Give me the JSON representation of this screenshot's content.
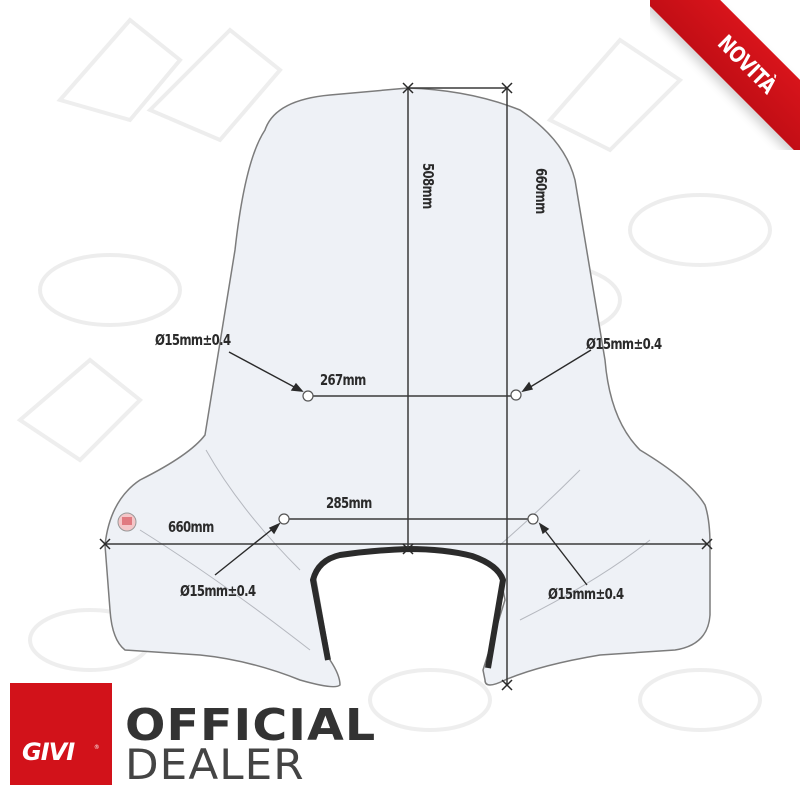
{
  "badge": {
    "label": "NOVITÀ",
    "color": "#d2121a"
  },
  "drawing": {
    "dimensions": {
      "center_height": "508mm",
      "total_height": "660mm",
      "total_width": "660mm",
      "upper_holes_spacing": "267mm",
      "lower_holes_spacing": "285mm"
    },
    "hole_callouts": {
      "upper_left": "Ø15mm±0.4",
      "upper_right": "Ø15mm±0.4",
      "lower_left": "Ø15mm±0.4",
      "lower_right": "Ø15mm±0.4"
    },
    "colors": {
      "shield_fill": "#eef1f6",
      "outline": "#7c7c7c",
      "dim_line": "#3a3a3a",
      "trim": "#2b2b2b"
    }
  },
  "footer": {
    "brand": "GIVI",
    "brand_mark": "®",
    "line1": "OFFICIAL",
    "line2": "DEALER",
    "brand_color": "#d2121a"
  }
}
